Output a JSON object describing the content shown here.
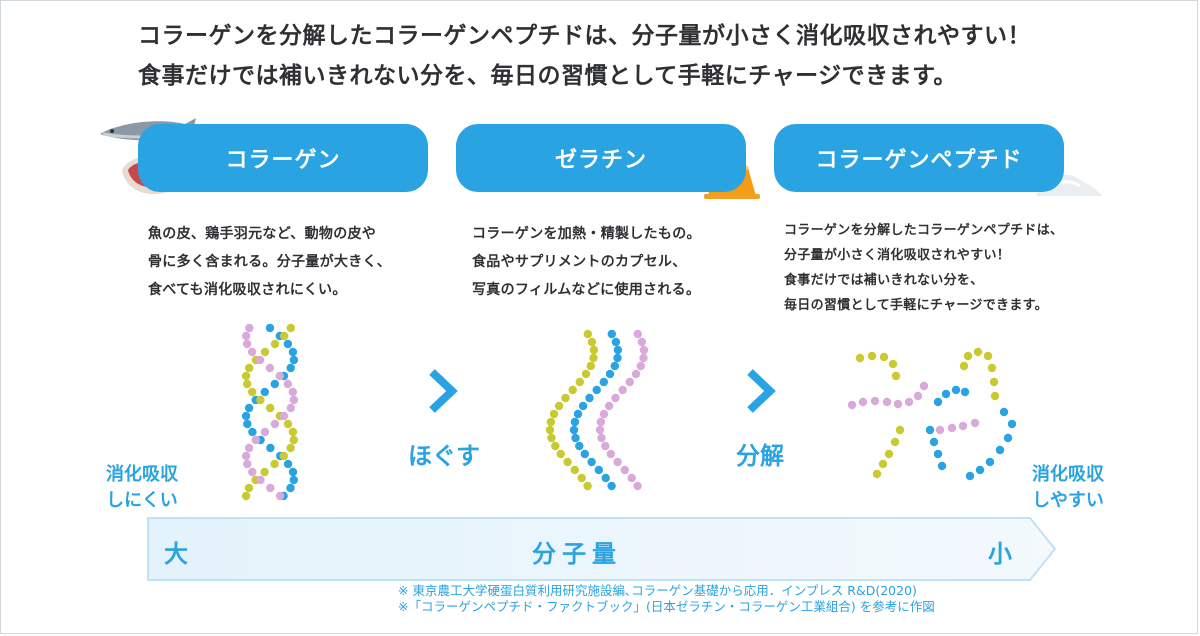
{
  "headline": {
    "line1": "コラーゲンを分解したコラーゲンペプチドは、分子量が小さく消化吸収されやすい！",
    "line2": "食事だけでは補いきれない分を、毎日の習慣として手軽にチャージできます。"
  },
  "columns": [
    {
      "title": "コラーゲン",
      "desc": [
        "魚の皮、鶏手羽元など、動物の皮や",
        "骨に多く含まれる。分子量が大きく、",
        "食べても消化吸収されにくい。"
      ]
    },
    {
      "title": "ゼラチン",
      "desc": [
        "コラーゲンを加熱・精製したもの。",
        "食品やサプリメントのカプセル、",
        "写真のフィルムなどに使用される。"
      ]
    },
    {
      "title": "コラーゲンペプチド",
      "desc": [
        "コラーゲンを分解したコラーゲンペプチドは、",
        "分子量が小さく消化吸収されやすい！",
        "食事だけでは補いきれない分を、",
        "毎日の習慣として手軽にチャージできます。"
      ]
    }
  ],
  "steps": {
    "loosen": "ほぐす",
    "decompose": "分解"
  },
  "sides": {
    "left": [
      "消化吸収",
      "しにくい"
    ],
    "right": [
      "消化吸収",
      "しやすい"
    ]
  },
  "bar": {
    "big": "大",
    "label": "分子量",
    "small": "小"
  },
  "notes": [
    "※ 東京農工大学硬蛋白質利用研究施設編､コラーゲン基礎から応用．インプレス R&D(2020)",
    "※「コラーゲンペプチド・ファクトブック」(日本ゼラチン・コラーゲン工業組合) を参考に作図"
  ],
  "colors": {
    "accent": "#2aa3e2",
    "yellow": "#c9c931",
    "pink": "#d9a9dc",
    "text": "#2f3033"
  },
  "icons": [
    "fish-icon",
    "meat-icon",
    "jelly-icon",
    "powder-icon",
    "chevron-right-icon"
  ]
}
